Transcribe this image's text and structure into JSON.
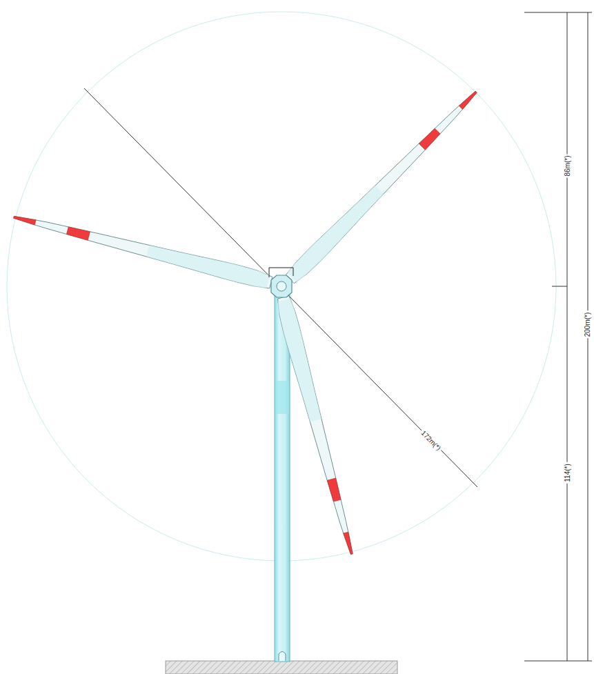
{
  "diagram": {
    "labels": [
      "86m(*)",
      "200m(*)",
      "114(*)",
      "172m(*)"
    ]
  }
}
